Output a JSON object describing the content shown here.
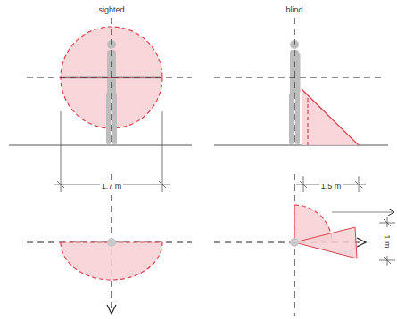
{
  "diagram": {
    "labels": [
      "sighted",
      "blind",
      "1.7 m",
      "1.5 m",
      "1 m"
    ]
  }
}
